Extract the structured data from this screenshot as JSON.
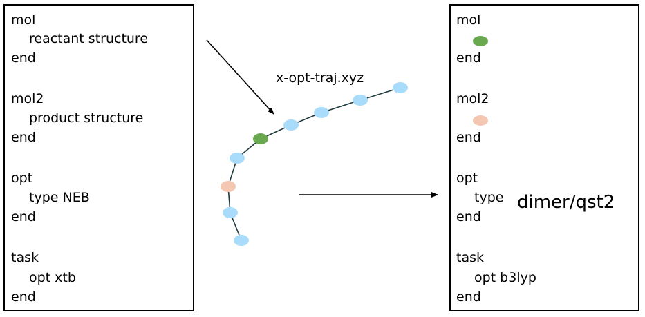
{
  "left_panel": {
    "lines": [
      "mol",
      "reactant structure",
      "end",
      "mol2",
      "product structure",
      "end",
      "opt",
      "type NEB",
      "end",
      "task",
      "opt xtb",
      "end"
    ]
  },
  "right_panel": {
    "lines": [
      "mol",
      "end",
      "mol2",
      "end",
      "opt",
      "type",
      "end",
      "task",
      "opt b3lyp",
      "end"
    ],
    "type_value": "dimer/qst2"
  },
  "trajectory_label": "x-opt-traj.xyz",
  "colors": {
    "point": "#a8dcfa",
    "reactant_point": "#6aa84f",
    "product_point": "#f4c7b3"
  }
}
